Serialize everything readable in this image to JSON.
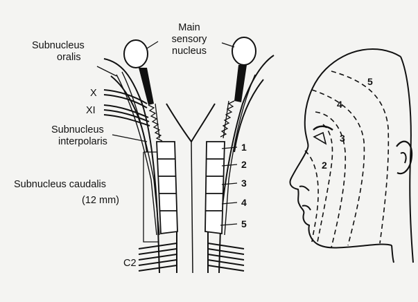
{
  "labels": {
    "main_sensory_line1": "Main",
    "main_sensory_line2": "sensory",
    "main_sensory_line3": "nucleus",
    "oralis_line1": "Subnucleus",
    "oralis_line2": "oralis",
    "nerve_x": "X",
    "nerve_xi": "XI",
    "interpolaris_line1": "Subnucleus",
    "interpolaris_line2": "interpolaris",
    "caudalis_line1": "Subnucleus caudalis",
    "caudalis_line2": "(12 mm)",
    "c2": "C2"
  },
  "brainstem_zones": [
    "1",
    "2",
    "3",
    "4",
    "5"
  ],
  "face_zones": [
    "5",
    "4",
    "3",
    "2"
  ]
}
